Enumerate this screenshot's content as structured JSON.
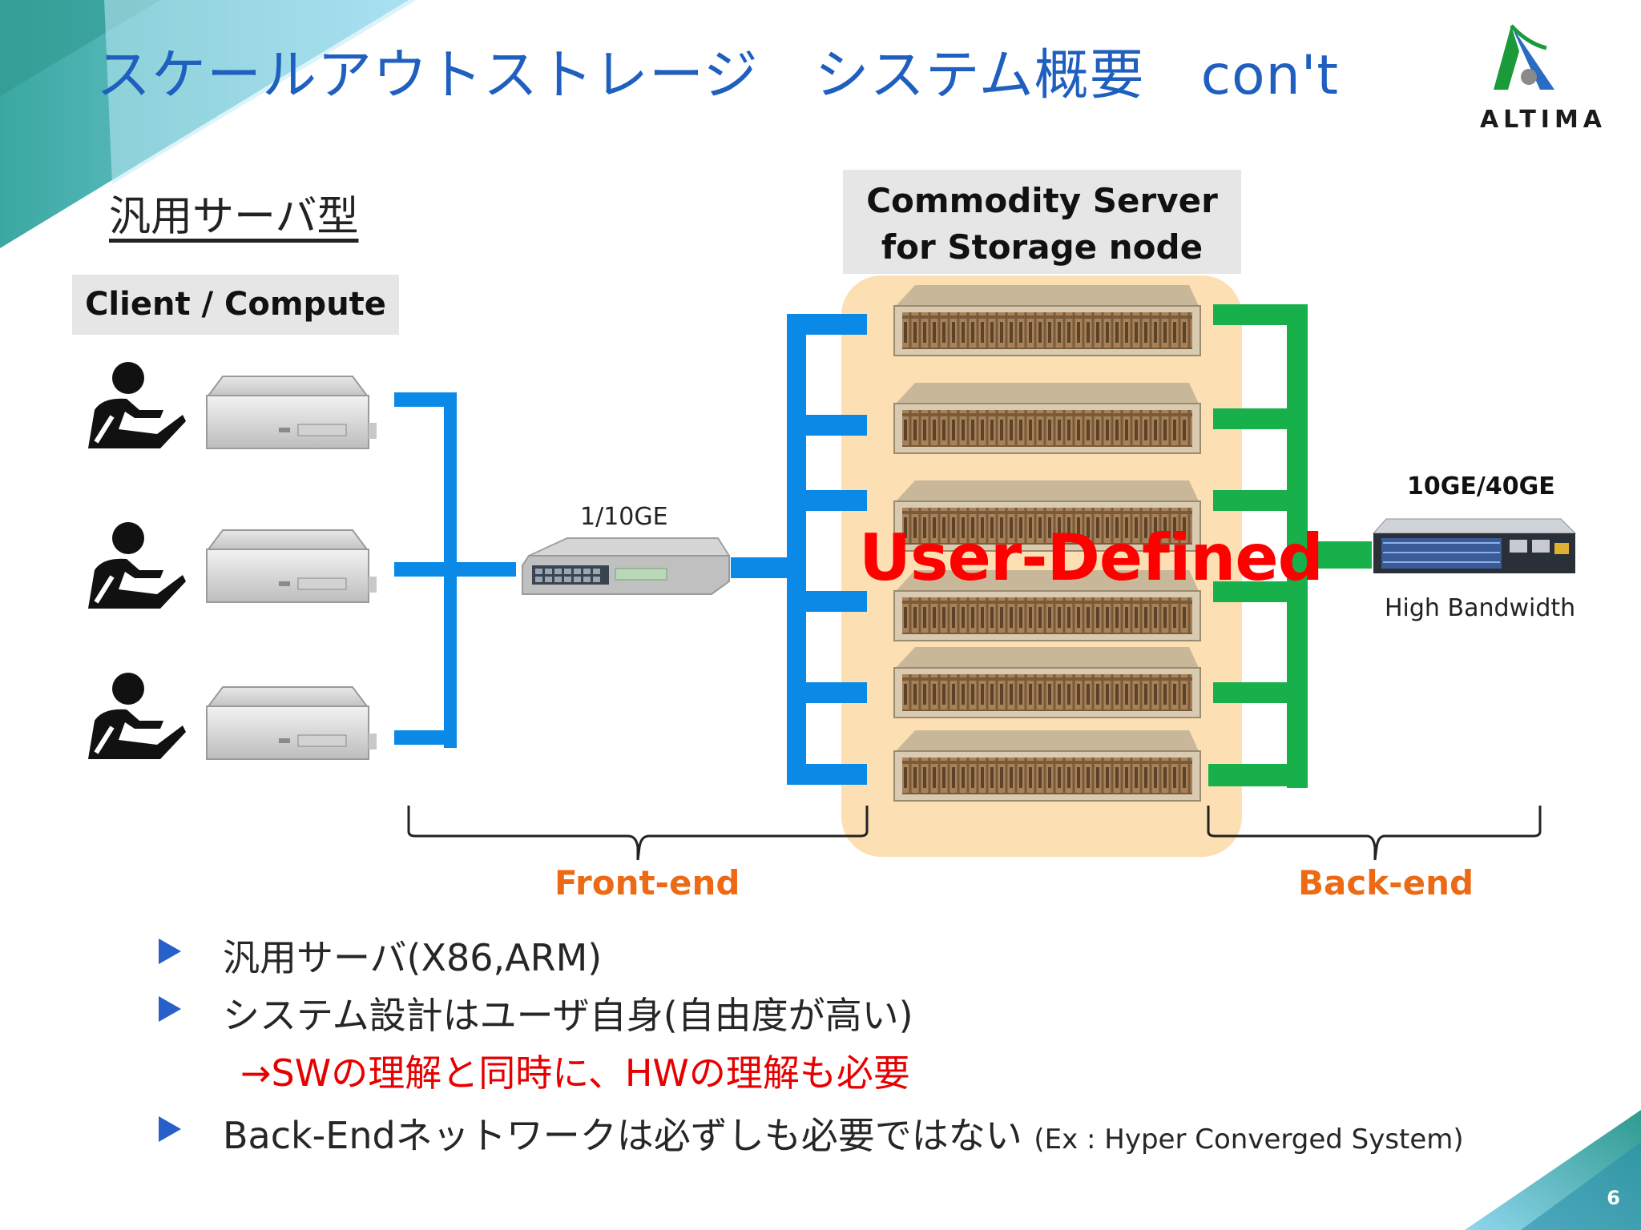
{
  "title": {
    "part1": "スケールアウトストレージ",
    "part2": "システム概要",
    "part3": "con't"
  },
  "logo": {
    "text": "ALTIMA"
  },
  "subheading": "汎用サーバ型",
  "diagram": {
    "client_label": "Client / Compute",
    "commodity_label_line1": "Commodity Server",
    "commodity_label_line2": "for Storage node",
    "switch_label": "1/10GE",
    "backend_switch_label": "10GE/40GE",
    "backend_switch_caption": "High Bandwidth",
    "overlay_text": "User-Defined",
    "front_end_label": "Front-end",
    "back_end_label": "Back-end",
    "colors": {
      "front_link": "#0a8ae6",
      "back_link": "#18b04a",
      "storage_zone": "#fbd9a6",
      "overlay": "#ff0000",
      "accent_orange": "#ed6a15"
    }
  },
  "bullets": [
    {
      "text": "汎用サーバ(X86,ARM)"
    },
    {
      "text": "システム設計はユーザ自身(自由度が高い)"
    },
    {
      "note": "→SWの理解と同時に、HWの理解も必要"
    },
    {
      "text": "Back-Endネットワークは必ずしも必要ではない",
      "small": "(Ex : Hyper Converged System)"
    }
  ],
  "page_number": "6"
}
